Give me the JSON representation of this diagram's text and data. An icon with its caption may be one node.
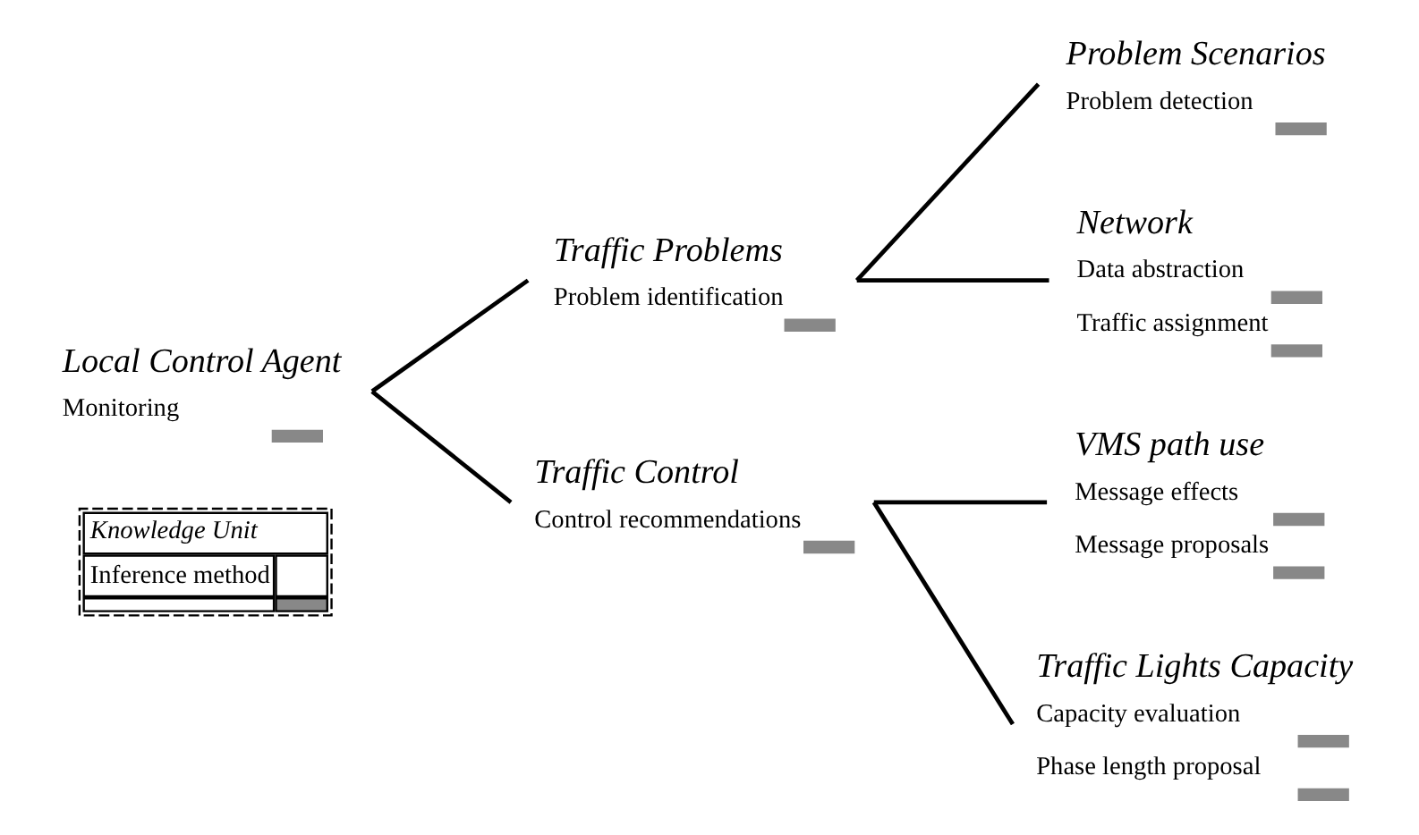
{
  "diagram": {
    "nodes": [
      {
        "text": [
          "Local Control Agent",
          "Monitoring"
        ]
      },
      {
        "text": [
          "Traffic Problems",
          "Problem identification"
        ]
      },
      {
        "text": [
          "Problem Scenarios",
          "Problem detection"
        ]
      },
      {
        "text": [
          "Network",
          "Data abstraction",
          "Traffic assignment"
        ]
      },
      {
        "text": [
          "Traffic Control",
          "Control recommendations"
        ]
      },
      {
        "text": [
          "VMS path use",
          "Message effects",
          "Message proposals"
        ]
      },
      {
        "text": [
          "Traffic Lights Capacity",
          "Capacity evaluation",
          "Phase length proposal"
        ]
      }
    ],
    "edges": [
      {
        "from": 0,
        "to": 1,
        "arrow": "none"
      },
      {
        "from": 0,
        "to": 4,
        "arrow": "none"
      },
      {
        "from": 1,
        "to": 2,
        "arrow": "none"
      },
      {
        "from": 1,
        "to": 3,
        "arrow": "none"
      },
      {
        "from": 4,
        "to": 5,
        "arrow": "none"
      },
      {
        "from": 4,
        "to": 6,
        "arrow": "none"
      }
    ],
    "legend": [
      {
        "text": "Knowledge Unit"
      },
      {
        "text": "Inference method"
      }
    ]
  }
}
